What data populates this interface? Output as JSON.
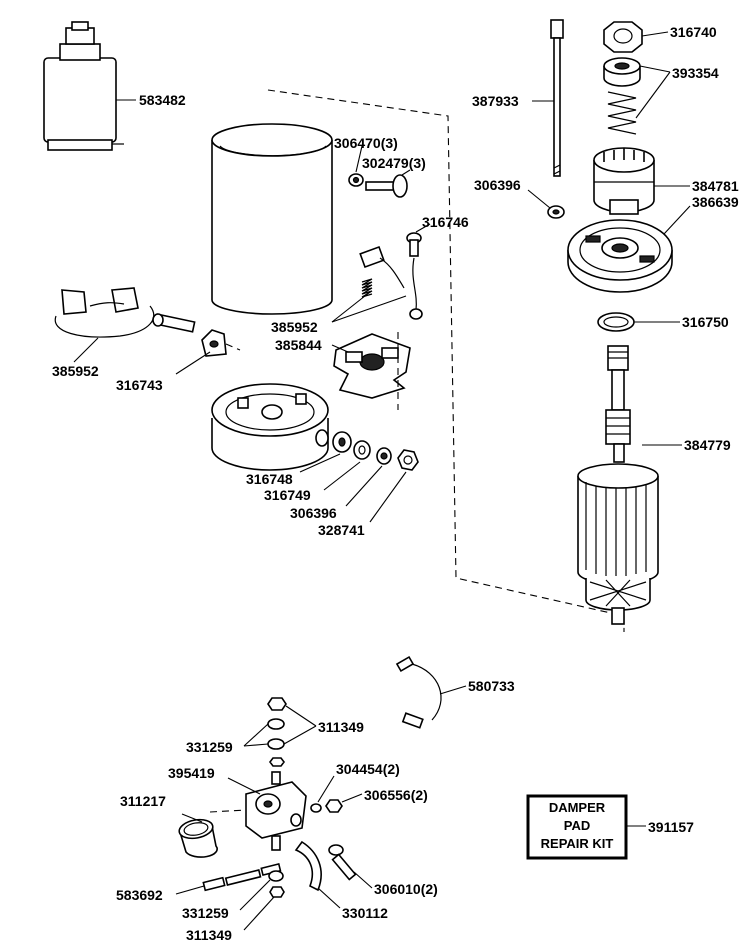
{
  "labels": {
    "p583482": "583482",
    "p306470": "306470(3)",
    "p302479": "302479(3)",
    "p316746": "316746",
    "p385952a": "385952",
    "p385844": "385844",
    "p385952b": "385952",
    "p316743": "316743",
    "p316748": "316748",
    "p316749": "316749",
    "p306396a": "306396",
    "p328741": "328741",
    "p387933": "387933",
    "p316740": "316740",
    "p393354": "393354",
    "p306396b": "306396",
    "p384781": "384781",
    "p386639": "386639",
    "p316750": "316750",
    "p384779": "384779",
    "p580733": "580733",
    "p311349a": "311349",
    "p331259a": "331259",
    "p395419": "395419",
    "p304454": "304454(2)",
    "p311217": "311217",
    "p306556": "306556(2)",
    "p391157": "391157",
    "p583692": "583692",
    "p306010": "306010(2)",
    "p331259b": "331259",
    "p330112": "330112",
    "p311349b": "311349"
  },
  "kit_box": {
    "line1": "DAMPER",
    "line2": "PAD",
    "line3": "REPAIR KIT"
  }
}
